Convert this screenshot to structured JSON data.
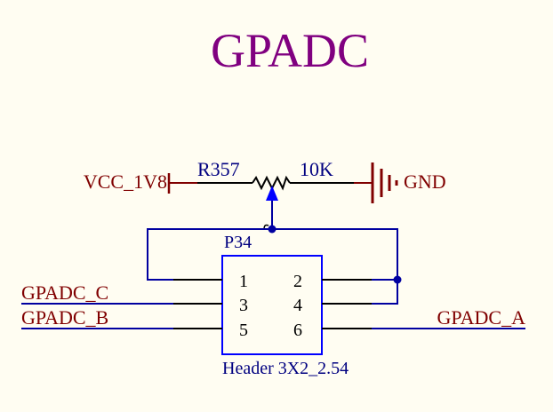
{
  "title": "GPADC",
  "colors": {
    "background": "#fffdf2",
    "title": "#800080",
    "wire": "#0000a0",
    "net": "#800000",
    "component": "#000000",
    "designator": "#000080"
  },
  "potentiometer": {
    "designator": "R357",
    "value": "10K"
  },
  "power": {
    "vcc": "VCC_1V8",
    "gnd": "GND"
  },
  "header": {
    "designator": "P34",
    "footprint": "Header 3X2_2.54",
    "pins": {
      "p1": "1",
      "p2": "2",
      "p3": "3",
      "p4": "4",
      "p5": "5",
      "p6": "6"
    }
  },
  "nets": {
    "gpadc_c": "GPADC_C",
    "gpadc_b": "GPADC_B",
    "gpadc_a": "GPADC_A"
  },
  "icons": {
    "ground": "ground-icon",
    "potentiometer": "potentiometer-icon",
    "junction": "junction-dot-icon"
  }
}
